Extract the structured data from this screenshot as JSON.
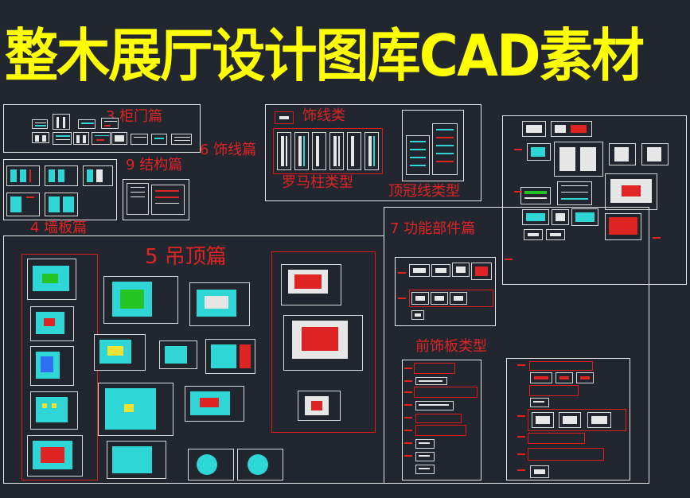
{
  "title": "整木展厅设计图库CAD素材",
  "labels": {
    "cabinet_door": "3 柜门篇",
    "molding": "6 饰线篇",
    "structure": "9 结构篇",
    "wall_panel": "4 墙板篇",
    "molding_type": "饰线类",
    "roman_column": "罗马柱类型",
    "crown_molding": "顶冠线类型",
    "function_parts": "7 功能部件篇",
    "ceiling": "5 吊顶篇",
    "front_panel": "前饰板类型"
  },
  "colors": {
    "background": "#21262f",
    "title": "#ffff00",
    "label": "#e02424",
    "frame": "#e8e8e8",
    "drawing_cyan": "#2fd6d6",
    "drawing_green": "#23c423"
  }
}
